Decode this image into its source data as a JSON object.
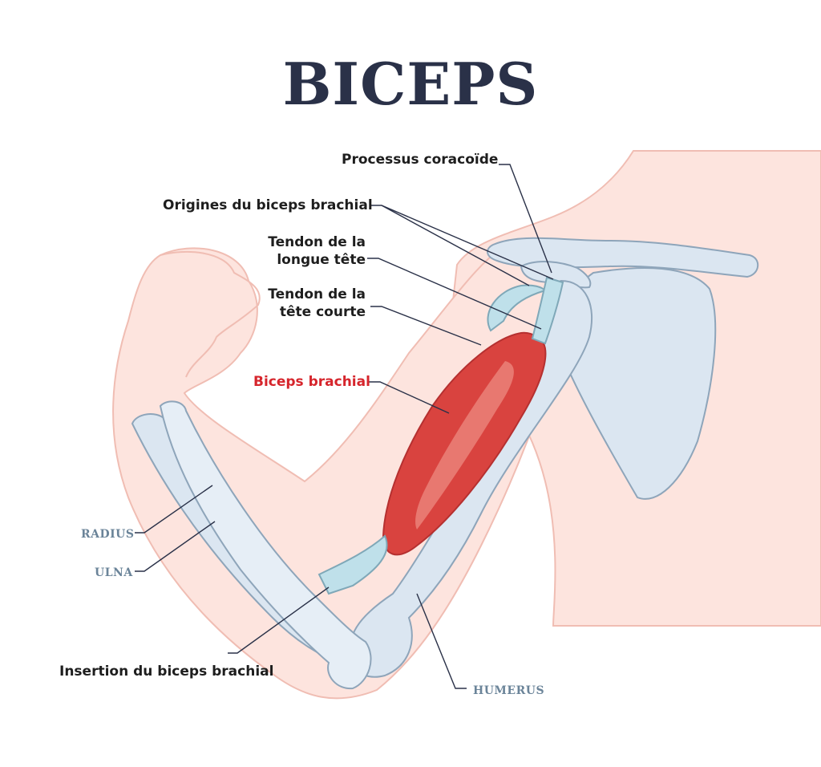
{
  "title": "BICEPS",
  "labels": {
    "processus": "Processus coracoïde",
    "origines": "Origines du biceps brachial",
    "tendon_longue_1": "Tendon de la",
    "tendon_longue_2": "longue tête",
    "tendon_courte_1": "Tendon de la",
    "tendon_courte_2": "tête courte",
    "biceps": "Biceps brachial",
    "radius": "RADIUS",
    "ulna": "ULNA",
    "insertion": "Insertion du biceps brachial",
    "humerus": "HUMERUS"
  },
  "colors": {
    "title": "#2a3148",
    "highlight": "#d6252c",
    "bone_label": "#6b8499",
    "skin": "#fde4de",
    "bone": "#dbe6f1",
    "muscle": "#d9433f"
  }
}
